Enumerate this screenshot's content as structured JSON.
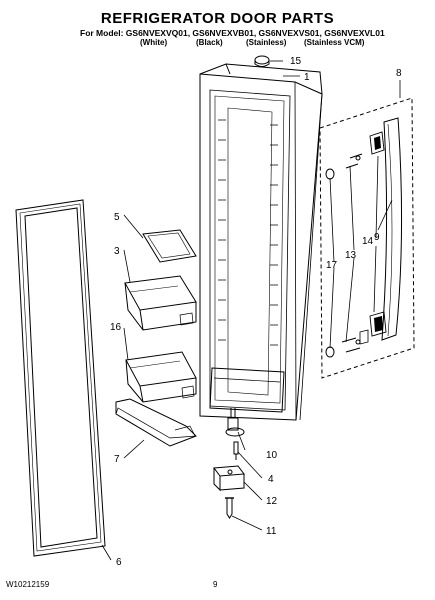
{
  "header": {
    "title": "REFRIGERATOR DOOR PARTS",
    "model_line": "For Model: GS6NVEXVQ01, GS6NVEXVB01, GS6NVEXVS01, GS6NVEXVL01",
    "colors": [
      "(White)",
      "(Black)",
      "(Stainless)",
      "(Stainless VCM)"
    ]
  },
  "callouts": {
    "c1": "1",
    "c3": "3",
    "c4": "4",
    "c5": "5",
    "c6": "6",
    "c7": "7",
    "c8": "8",
    "c9": "9",
    "c10": "10",
    "c11": "11",
    "c12": "12",
    "c13": "13",
    "c14": "14",
    "c15": "15",
    "c16": "16",
    "c17": "17"
  },
  "footer": {
    "doc_number": "W10212159",
    "page_number": "9"
  }
}
